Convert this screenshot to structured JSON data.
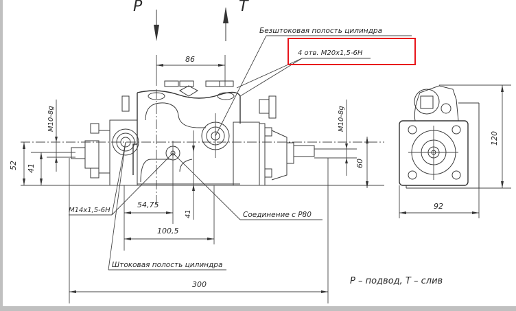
{
  "drawing": {
    "ports": {
      "pressure": "P",
      "tank": "T"
    },
    "dimensions": {
      "port_spacing": "86",
      "left_height_total": "52",
      "left_height_axis": "41",
      "thread_left": "M10-8g",
      "thread_right": "M10-8g",
      "thread_port_left": "M14x1,5-6H",
      "offset_54": "54,75",
      "offset_100": "100,5",
      "center_height": "41",
      "right_height": "60",
      "overall_length": "300",
      "side_width": "92",
      "side_height": "120"
    },
    "annotations": {
      "bore_side": "Безштоковая полость цилиндра",
      "holes": "4 отв. М20х1,5-6Н",
      "connection": "Соединение с Р80",
      "rod_side": "Штоковая полость цилиндра",
      "legend": "P – подвод, T – слив"
    },
    "highlight_color": "#e8141b"
  }
}
